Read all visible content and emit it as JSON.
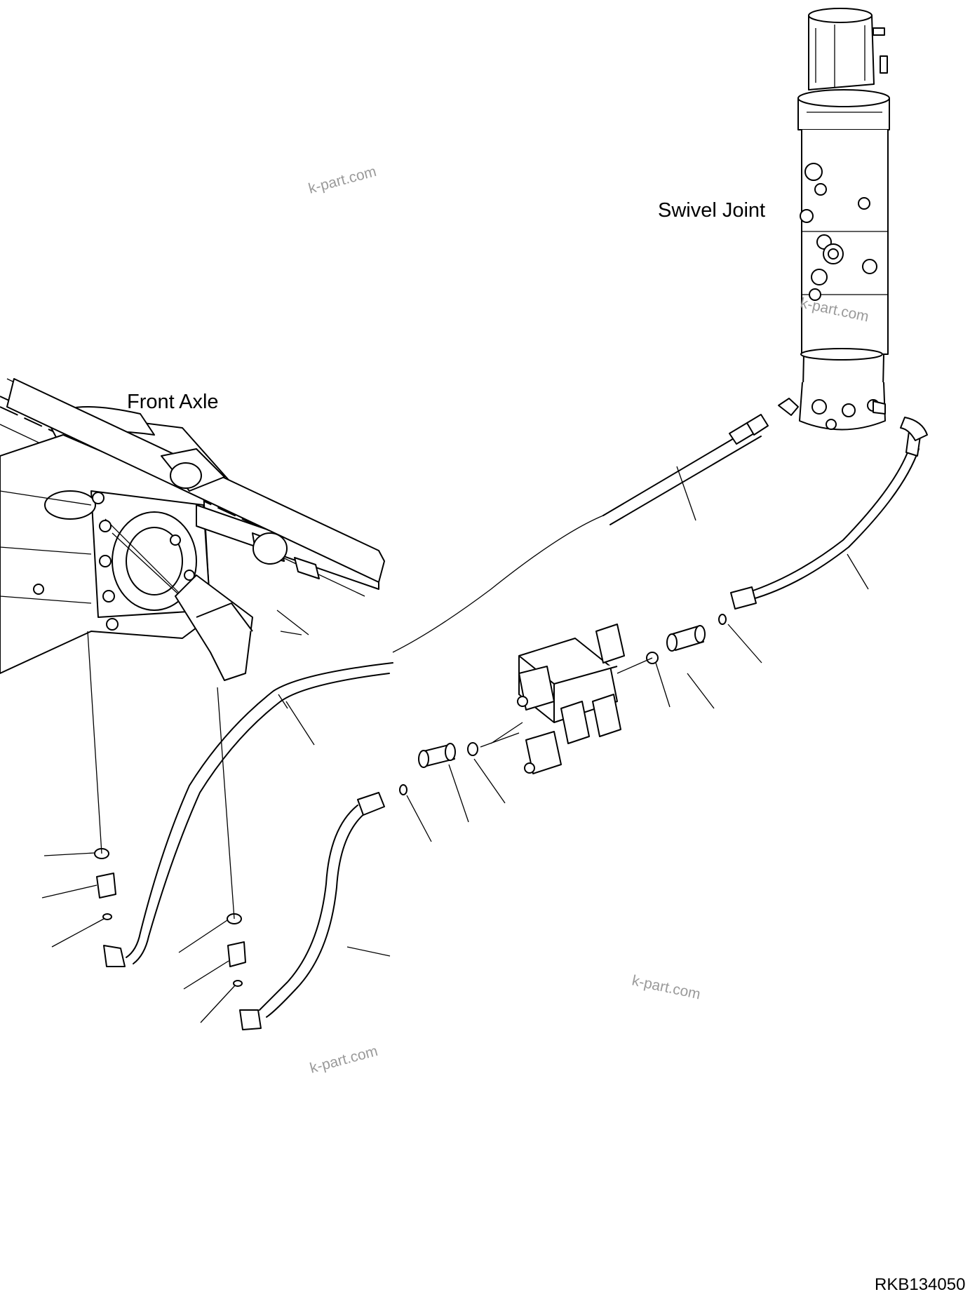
{
  "labels": {
    "swivel_joint": "Swivel Joint",
    "front_axle": "Front Axle",
    "drawing_code": "RKB134050"
  },
  "watermarks": [
    "k-part.com",
    "k-part.com",
    "k-part.com",
    "k-part.com"
  ]
}
